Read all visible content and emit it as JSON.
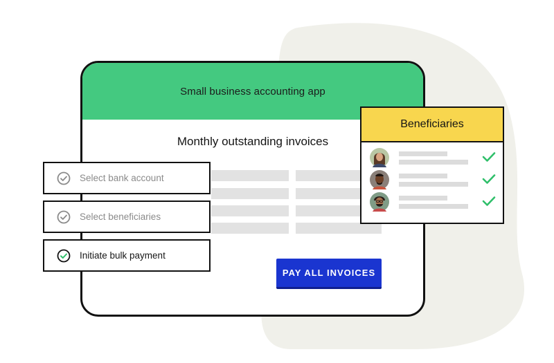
{
  "app": {
    "title": "Small business accounting app"
  },
  "main": {
    "section_title": "Monthly outstanding invoices",
    "pay_button_label": "PAY ALL INVOICES"
  },
  "steps": [
    {
      "label": "Select bank account",
      "state": "completed-muted"
    },
    {
      "label": "Select beneficiaries",
      "state": "completed-muted"
    },
    {
      "label": "Initiate bulk payment",
      "state": "active"
    }
  ],
  "beneficiaries": {
    "title": "Beneficiaries",
    "rows": [
      {
        "avatar": "person-avatar-1",
        "checked": true
      },
      {
        "avatar": "person-avatar-2",
        "checked": true
      },
      {
        "avatar": "person-avatar-3",
        "checked": true
      }
    ]
  },
  "colors": {
    "header_green": "#44c980",
    "button_blue": "#1a35d0",
    "panel_yellow": "#f8d64e",
    "check_green": "#2fbf6a",
    "background_blob": "#f0f0ea"
  }
}
